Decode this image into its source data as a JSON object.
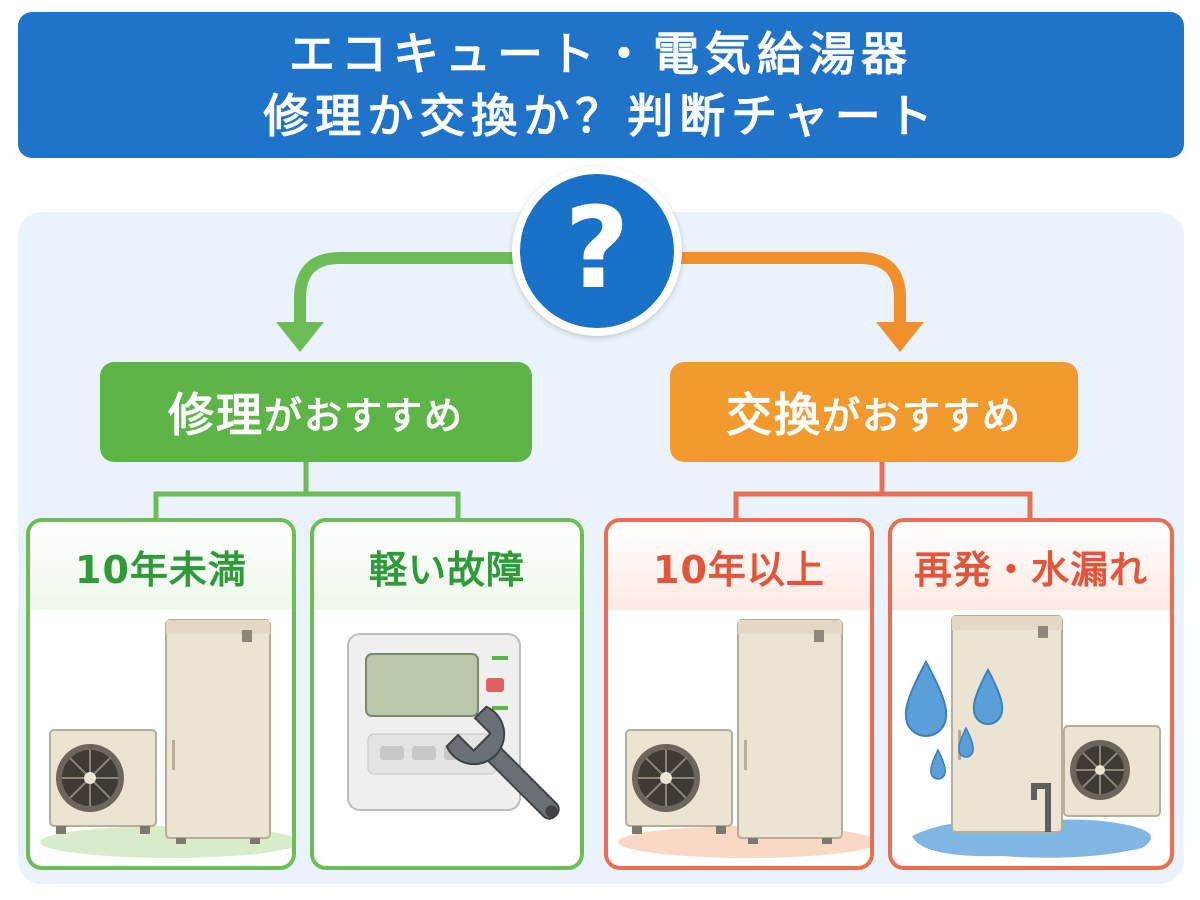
{
  "title": {
    "line1": "エコキュート・電気給湯器",
    "line2": "修理か交換か？判断チャート"
  },
  "question_mark": "?",
  "repair": {
    "label_strong": "修理",
    "label_rest": "がおすすめ",
    "color": "#5db548",
    "cards": [
      {
        "label": "10年未満",
        "illustration": "heat-pump-water-heater-icon"
      },
      {
        "label": "軽い故障",
        "illustration": "remote-controller-with-wrench-icon"
      }
    ]
  },
  "replace": {
    "label_strong": "交換",
    "label_rest": "がおすすめ",
    "color": "#f19a2e",
    "cards": [
      {
        "label": "10年以上",
        "illustration": "heat-pump-water-heater-icon"
      },
      {
        "label": "再発・水漏れ",
        "illustration": "leaking-water-heater-icon"
      }
    ]
  },
  "colors": {
    "banner": "#1f73c9",
    "green_arrow": "#6cbd55",
    "orange_arrow": "#f08f2c",
    "red_border": "#ec6e52",
    "panel_bg": "#eaf3fb"
  }
}
